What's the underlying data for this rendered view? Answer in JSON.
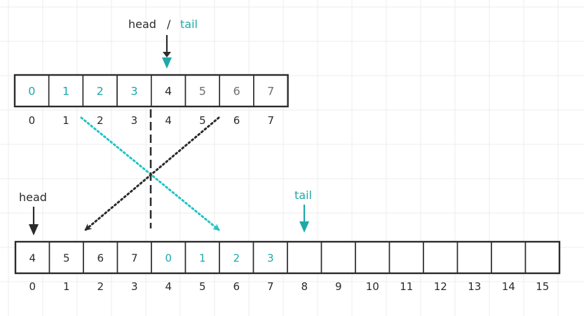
{
  "colors": {
    "black": "#2b2b2b",
    "teal": "#1fa8a8",
    "teal_arrow": "#21c4c4",
    "gray_text": "#6f6f6f",
    "grid": "#ececec"
  },
  "top_array": {
    "cells": [
      {
        "value": "0",
        "color": "teal"
      },
      {
        "value": "1",
        "color": "teal"
      },
      {
        "value": "2",
        "color": "teal"
      },
      {
        "value": "3",
        "color": "teal"
      },
      {
        "value": "4",
        "color": "black"
      },
      {
        "value": "5",
        "color": "gray_text"
      },
      {
        "value": "6",
        "color": "gray_text"
      },
      {
        "value": "7",
        "color": "gray_text"
      }
    ],
    "indices": [
      "0",
      "1",
      "2",
      "3",
      "4",
      "5",
      "6",
      "7"
    ]
  },
  "top_pointer": {
    "head_label": "head",
    "separator": "/",
    "tail_label": "tail"
  },
  "bottom_array": {
    "cells": [
      {
        "value": "4",
        "color": "black"
      },
      {
        "value": "5",
        "color": "black"
      },
      {
        "value": "6",
        "color": "black"
      },
      {
        "value": "7",
        "color": "black"
      },
      {
        "value": "0",
        "color": "teal"
      },
      {
        "value": "1",
        "color": "teal"
      },
      {
        "value": "2",
        "color": "teal"
      },
      {
        "value": "3",
        "color": "teal"
      },
      {
        "value": "",
        "color": "black"
      },
      {
        "value": "",
        "color": "black"
      },
      {
        "value": "",
        "color": "black"
      },
      {
        "value": "",
        "color": "black"
      },
      {
        "value": "",
        "color": "black"
      },
      {
        "value": "",
        "color": "black"
      },
      {
        "value": "",
        "color": "black"
      },
      {
        "value": "",
        "color": "black"
      }
    ],
    "indices": [
      "0",
      "1",
      "2",
      "3",
      "4",
      "5",
      "6",
      "7",
      "8",
      "9",
      "10",
      "11",
      "12",
      "13",
      "14",
      "15"
    ]
  },
  "bottom_pointers": {
    "head_label": "head",
    "tail_label": "tail"
  }
}
